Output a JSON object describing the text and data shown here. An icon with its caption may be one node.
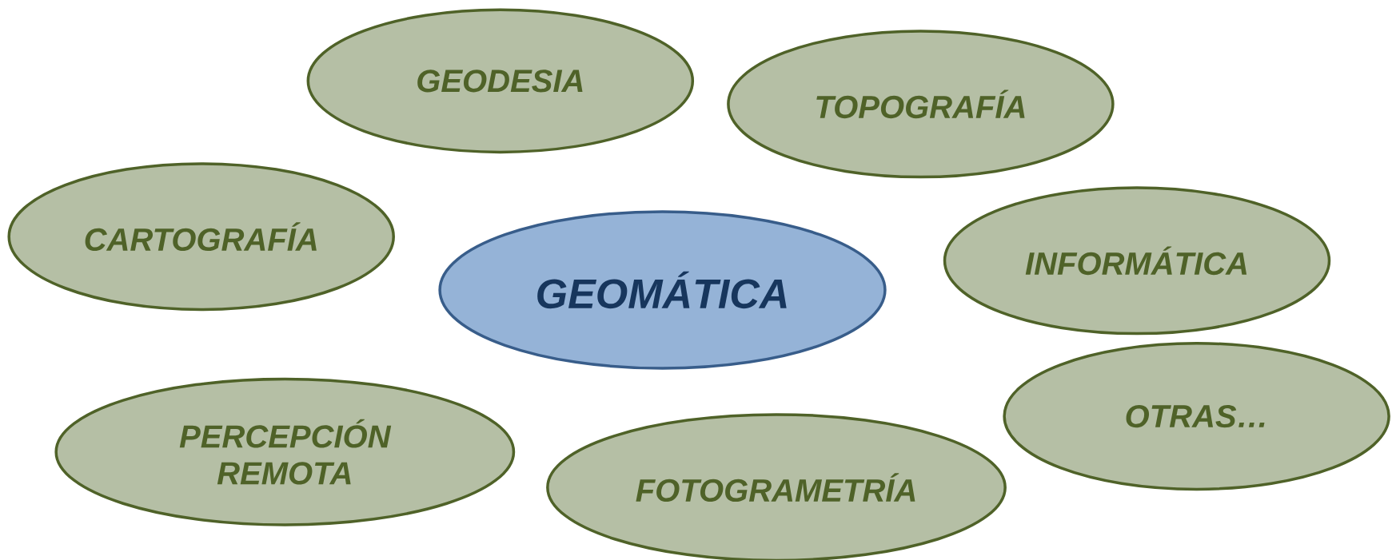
{
  "diagram": {
    "nodes": [
      {
        "text": [
          "GEODESIA"
        ]
      },
      {
        "text": [
          "TOPOGRAFÍA"
        ]
      },
      {
        "text": [
          "CARTOGRAFÍA"
        ]
      },
      {
        "text": [
          "GEOMÁTICA"
        ]
      },
      {
        "text": [
          "INFORMÁTICA"
        ]
      },
      {
        "text": [
          "OTRAS…"
        ]
      },
      {
        "text": [
          "PERCEPCIÓN REMOTA"
        ]
      },
      {
        "text": [
          "FOTOGRAMETRÍA"
        ]
      }
    ]
  }
}
